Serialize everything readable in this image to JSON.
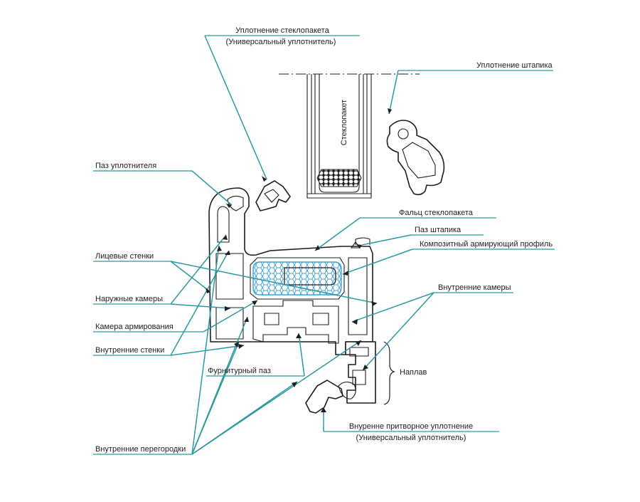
{
  "colors": {
    "leader": "#2a9a9f",
    "outline": "#1f1f1f",
    "honeycomb": "#3aa0d8",
    "text": "#222222"
  },
  "labels": {
    "glass_seal": "Уплотнение стеклопакета",
    "glass_seal_sub": "(Универсальный уплотнитель)",
    "bead_seal": "Уплотнение штапика",
    "seal_groove": "Паз уплотнителя",
    "glass_unit": "Стеклопакет",
    "glass_rebate": "Фальц стеклопакета",
    "bead_groove": "Паз штапика",
    "composite_reinforcement": "Композитный армирующий профиль",
    "front_walls": "Лицевые стенки",
    "outer_chambers": "Наружные камеры",
    "inner_chambers": "Внутренние камеры",
    "reinforcement_chamber": "Камера армирования",
    "inner_walls": "Внутренние стенки",
    "hardware_groove": "Фурнитурный паз",
    "overlap": "Наплав",
    "inner_sash_seal": "Внуренне притворное уплотнение",
    "inner_sash_seal_sub": "(Универсальный уплотнитель)",
    "inner_partitions": "Внутренние перегородки"
  }
}
